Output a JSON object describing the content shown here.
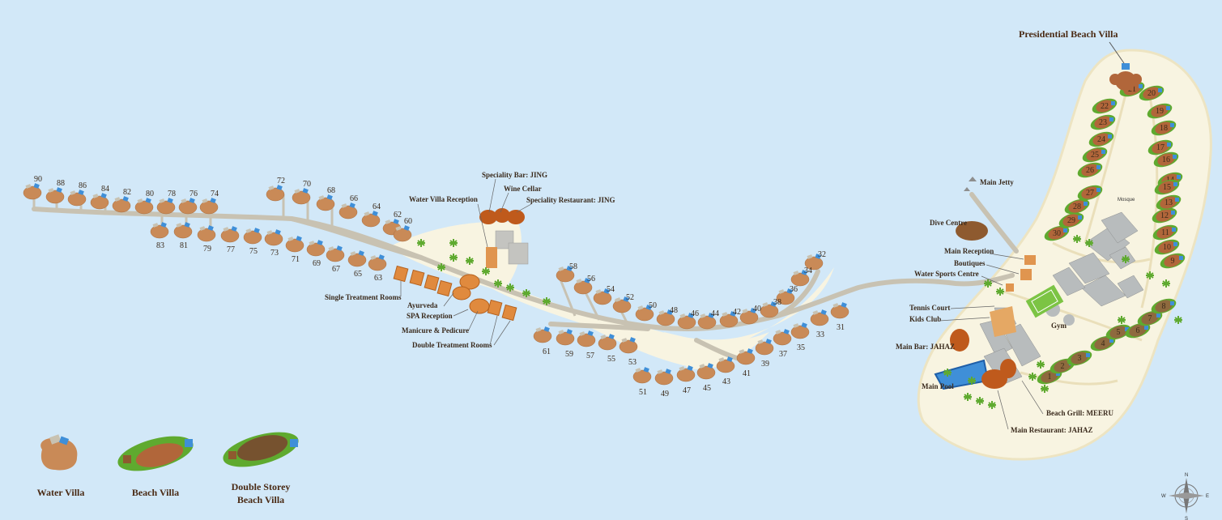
{
  "colors": {
    "sea": "#d2e8f8",
    "sand": "#f8f4e1",
    "walkway": "#c8c2b2",
    "water_villa": "#c98a57",
    "beach_villa": "#b1663a",
    "spa": "#e08a3e",
    "restaurant": "#bf5a1c",
    "building": "#b8bcbd",
    "pool": "#3f8fd8",
    "vegetation": "#5faa2f",
    "text": "#3a2a1c"
  },
  "icons": [
    "palm-icon",
    "compass-rose-icon",
    "pool-icon",
    "tennis-court-icon",
    "jetty-boat-icon"
  ],
  "title": "Presidential Beach Villa",
  "labels": {
    "speciality_bar": "Speciality Bar: JING",
    "wine_cellar": "Wine Cellar",
    "speciality_restaurant": "Speciality Restaurant: JING",
    "water_villa_reception": "Water Villa Reception",
    "single_treatment_rooms": "Single Treatment Rooms",
    "ayurveda": "Ayurveda",
    "spa_reception": "SPA Reception",
    "manicure": "Manicure & Pedicure",
    "double_treatment_rooms": "Double Treatment Rooms",
    "main_jetty": "Main Jetty",
    "dive_centre": "Dive Centre",
    "main_reception": "Main Reception",
    "boutiques": "Boutiques",
    "water_sports_centre": "Water Sports Centre",
    "tennis_court": "Tennis Court",
    "kids_club": "Kids Club",
    "gym": "Gym",
    "main_bar": "Main Bar: JAHAZ",
    "main_pool": "Main Pool",
    "beach_grill": "Beach Grill: MEERU",
    "main_restaurant": "Main Restaurant: JAHAZ",
    "mosque": "Mosque"
  },
  "legend": {
    "water_villa": "Water Villa",
    "beach_villa": "Beach Villa",
    "double_storey_line1": "Double Storey",
    "double_storey_line2": "Beach Villa"
  },
  "compass": {
    "n": "N",
    "s": "S",
    "e": "E",
    "w": "W"
  },
  "villa_numbers": {
    "north_row": [
      "90",
      "88",
      "86",
      "84",
      "82",
      "80",
      "78",
      "76",
      "74",
      "72",
      "70",
      "68",
      "66",
      "64",
      "62",
      "60"
    ],
    "south_row": [
      "83",
      "81",
      "79",
      "77",
      "75",
      "73",
      "71",
      "69",
      "67",
      "65",
      "63"
    ],
    "mid_north": [
      "58",
      "56",
      "54",
      "52",
      "50",
      "48",
      "46",
      "44",
      "42",
      "40",
      "38",
      "36",
      "34",
      "32"
    ],
    "mid_south": [
      "61",
      "59",
      "57",
      "55",
      "53"
    ],
    "east_south": [
      "51",
      "49",
      "47",
      "45",
      "43",
      "41",
      "39",
      "37",
      "35",
      "33",
      "31"
    ],
    "beach": [
      "1",
      "2",
      "3",
      "4",
      "5",
      "6",
      "7",
      "8",
      "9",
      "10",
      "11",
      "12",
      "13",
      "14",
      "15",
      "16",
      "17",
      "18",
      "19",
      "20",
      "21",
      "22",
      "23",
      "24",
      "25",
      "26",
      "27",
      "28",
      "29",
      "30"
    ]
  }
}
